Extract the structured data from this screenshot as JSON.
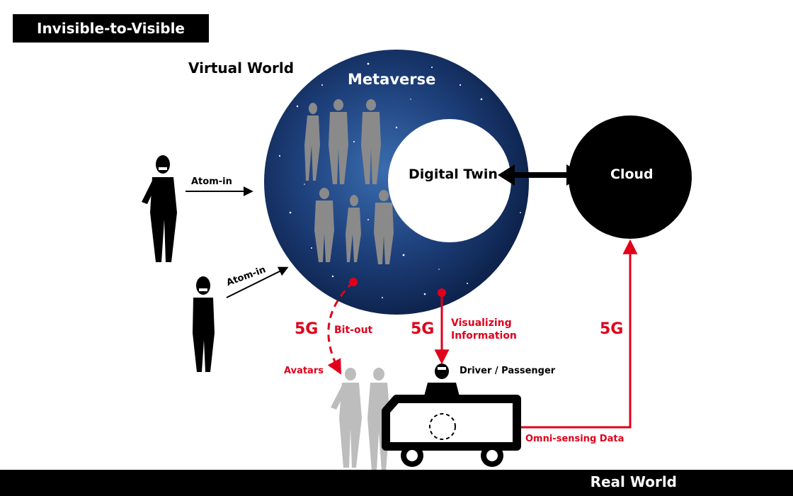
{
  "title": "Invisible-to-Visible",
  "labels": {
    "virtual_world": "Virtual World",
    "metaverse": "Metaverse",
    "digital_twin": "Digital Twin",
    "cloud": "Cloud",
    "atom_in_1": "Atom-in",
    "atom_in_2": "Atom-in",
    "fiveg_bitout": "5G",
    "bit_out": "Bit-out",
    "fiveg_visualizing": "5G",
    "visualizing_line1": "Visualizing",
    "visualizing_line2": "Information",
    "fiveg_cloud": "5G",
    "avatars": "Avatars",
    "driver_passenger": "Driver / Passenger",
    "omni_sensing": "Omni-sensing Data",
    "real_world": "Real World"
  },
  "colors": {
    "accent_red": "#e0001b",
    "black": "#000000",
    "space_dark": "#0b1e45",
    "space_light": "#3a6cae",
    "avatar_gray": "#bdbdbd",
    "silhouette_gray": "#8a8a8a"
  }
}
